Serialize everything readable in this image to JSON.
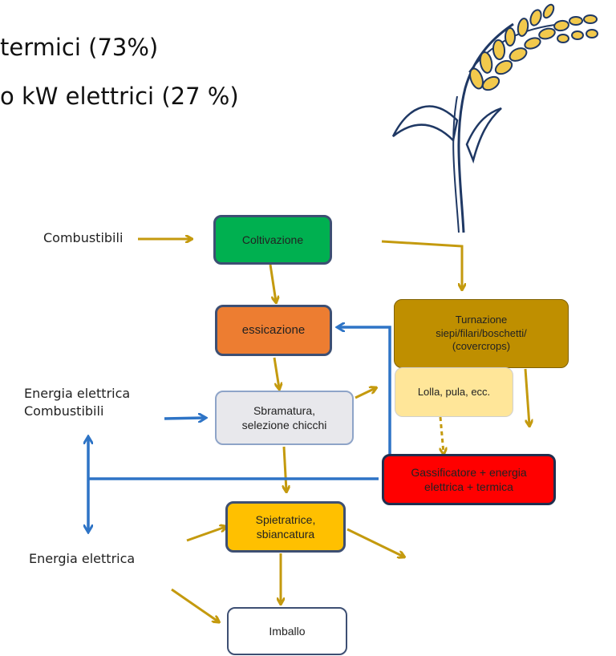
{
  "header": {
    "line1": "termici (73%)",
    "line2": "o kW elettrici (27 %)"
  },
  "labels": {
    "combustibili_top": "Combustibili",
    "energia_combustibili": "Energia elettrica\nCombustibili",
    "energia_bottom": "Energia elettrica"
  },
  "boxes": {
    "coltivazione": "Coltivazione",
    "essicazione": "essicazione",
    "sbramatura": "Sbramatura,\nselezione chicchi",
    "turnazione": "Turnazione\nsiepi/filari/boschetti/\n(covercrops)",
    "lolla": "Lolla, pula, ecc.",
    "gassificatore": "Gassificatore + energia\nelettrica + termica",
    "spietratrice": "Spietratrice,\nsbiancatura",
    "imballo": "Imballo"
  },
  "colors": {
    "gold_arrow": "#c49a0e",
    "blue_arrow": "#2e74c6",
    "coltivazione_fill": "#00b050",
    "essicazione_fill": "#ed7d31",
    "sbramatura_fill": "#e8e8ec",
    "turnazione_fill": "#bf8f00",
    "lolla_fill": "#ffe699",
    "gassificatore_fill": "#ff0000",
    "spietratrice_fill": "#ffc000",
    "imballo_fill": "#ffffff",
    "box_border": "#3d4f73",
    "rice_grain": "#f2c94c",
    "rice_stalk": "#1f3864"
  },
  "icons": {
    "plant": "rice-plant-icon"
  }
}
